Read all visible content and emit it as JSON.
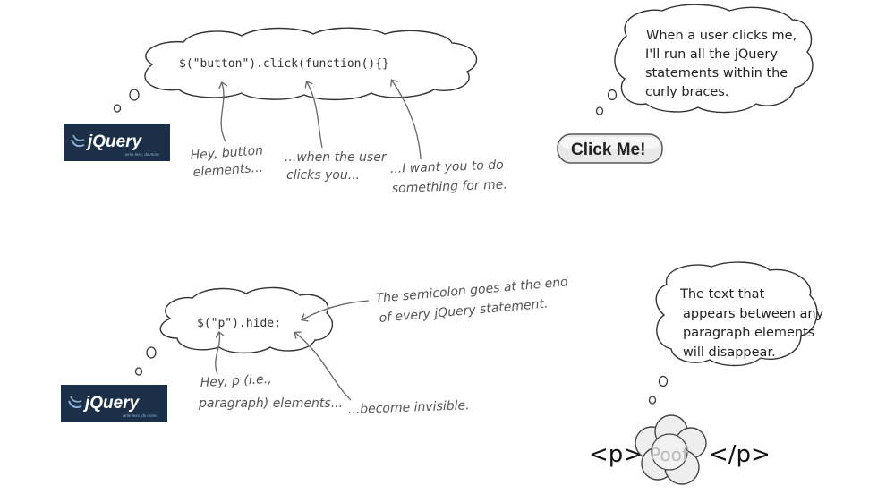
{
  "section_top": {
    "code": "$(\"button\").click(function(){}",
    "annotation_1_line1": "Hey, button",
    "annotation_1_line2": "elements...",
    "annotation_2_line1": "...when the user",
    "annotation_2_line2": "clicks you...",
    "annotation_3_line1": "...I want you to do",
    "annotation_3_line2": "something for me.",
    "bubble_line1": "When a user clicks me,",
    "bubble_line2": "I'll run all the jQuery",
    "bubble_line3": "statements within the",
    "bubble_line4": "curly braces.",
    "button_label": "Click Me!"
  },
  "section_bottom": {
    "code": "$(\"p\").hide;",
    "semicolon_note_line1": "The semicolon goes at the end",
    "semicolon_note_line2": "of every jQuery statement.",
    "annotation_1_line1": "Hey, p (i.e.,",
    "annotation_1_line2": "paragraph) elements...",
    "annotation_2": "...become invisible.",
    "bubble_line1": "The text that",
    "bubble_line2": "appears between any",
    "bubble_line3": "paragraph elements",
    "bubble_line4": "will disappear.",
    "open_tag": "<p>",
    "poof_text": "Poof",
    "close_tag": "</p>"
  },
  "logo": {
    "name": "jQuery",
    "tagline": "write less, do more."
  }
}
